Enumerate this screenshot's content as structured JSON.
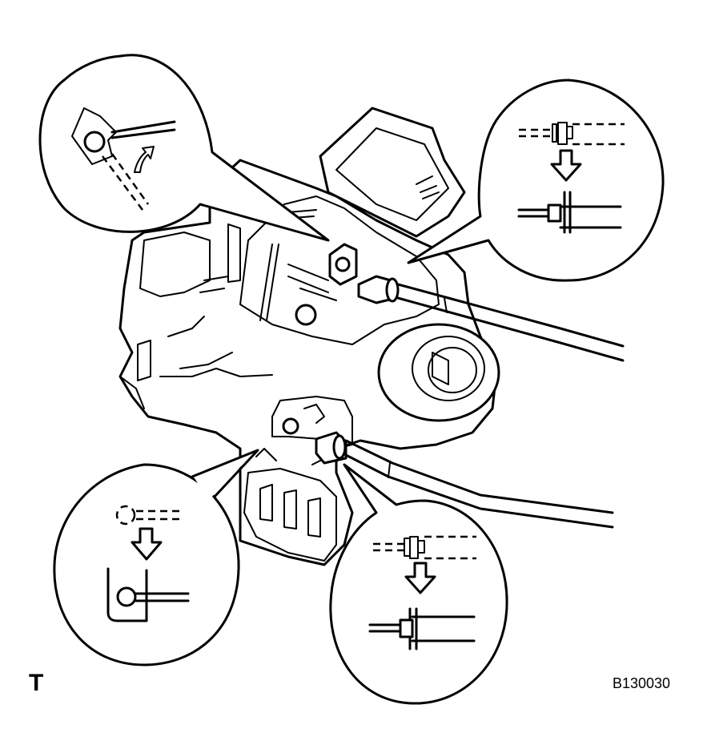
{
  "figure": {
    "view_label": "T",
    "figure_code": "B130030",
    "icons": [
      "door-lock-assembly",
      "lock-lever-detail-callout",
      "cable-clip-detail-callout",
      "lever-engage-detail-callout",
      "cable-clip-detail-callout"
    ]
  }
}
